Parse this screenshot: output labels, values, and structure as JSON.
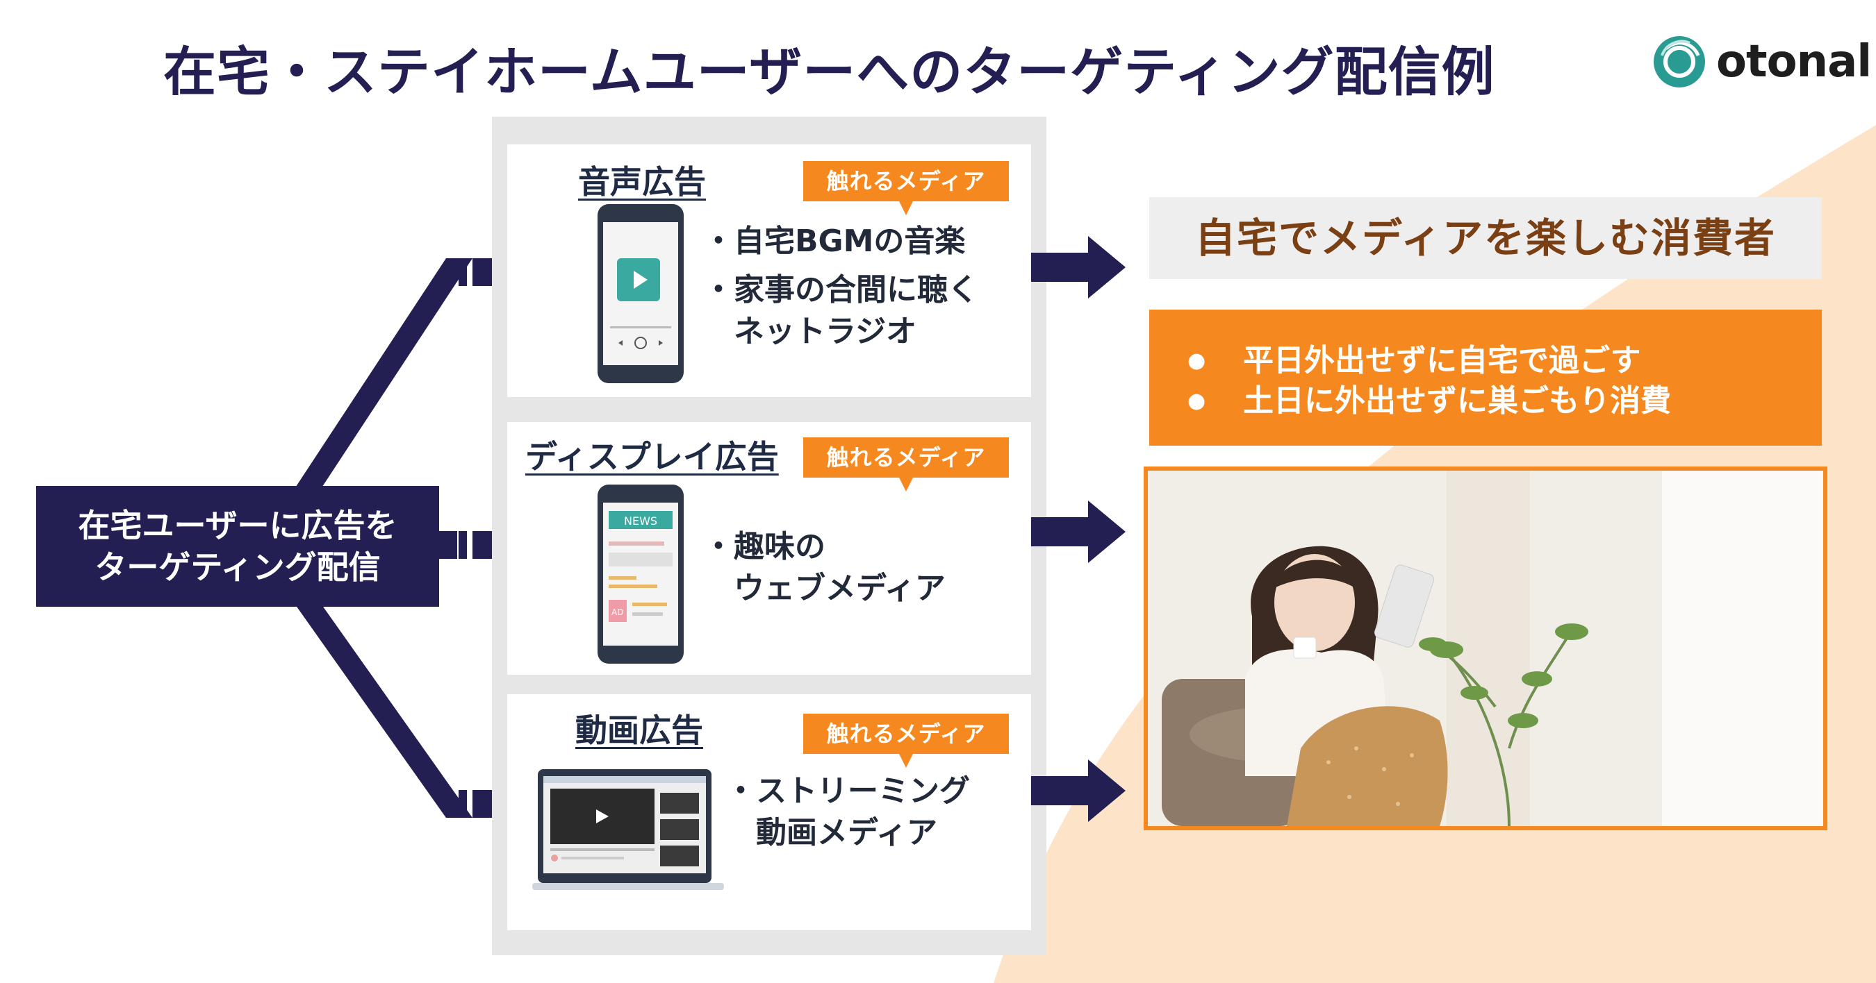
{
  "title": "在宅・ステイホームユーザーへのターゲティング配信例",
  "logo": {
    "text": "otonal"
  },
  "left_box": {
    "line1": "在宅ユーザーに広告を",
    "line2": "ターゲティング配信"
  },
  "cards": [
    {
      "title": "音声広告",
      "badge": "触れるメディア",
      "bullets": [
        "・自宅BGMの音楽",
        "・家事の合間に聴く",
        "　ネットラジオ"
      ],
      "icon": "smartphone-audio-player-icon"
    },
    {
      "title": "ディスプレイ広告",
      "badge": "触れるメディア",
      "bullets": [
        "・趣味の",
        "　ウェブメディア"
      ],
      "icon": "smartphone-news-icon",
      "icon_text": "NEWS",
      "ad_text": "AD"
    },
    {
      "title": "動画広告",
      "badge": "触れるメディア",
      "bullets": [
        "・ストリーミング",
        "　動画メディア"
      ],
      "icon": "laptop-video-icon"
    }
  ],
  "right": {
    "headline": "自宅でメディアを楽しむ消費者",
    "points": [
      "平日外出せずに自宅で過ごす",
      "土日に外出せずに巣ごもり消費"
    ],
    "photo": "woman-relaxing-with-tablet-image"
  },
  "colors": {
    "navy": "#231f53",
    "orange": "#f5891f",
    "peach": "#fde3c8",
    "teal": "#2a9b93"
  }
}
